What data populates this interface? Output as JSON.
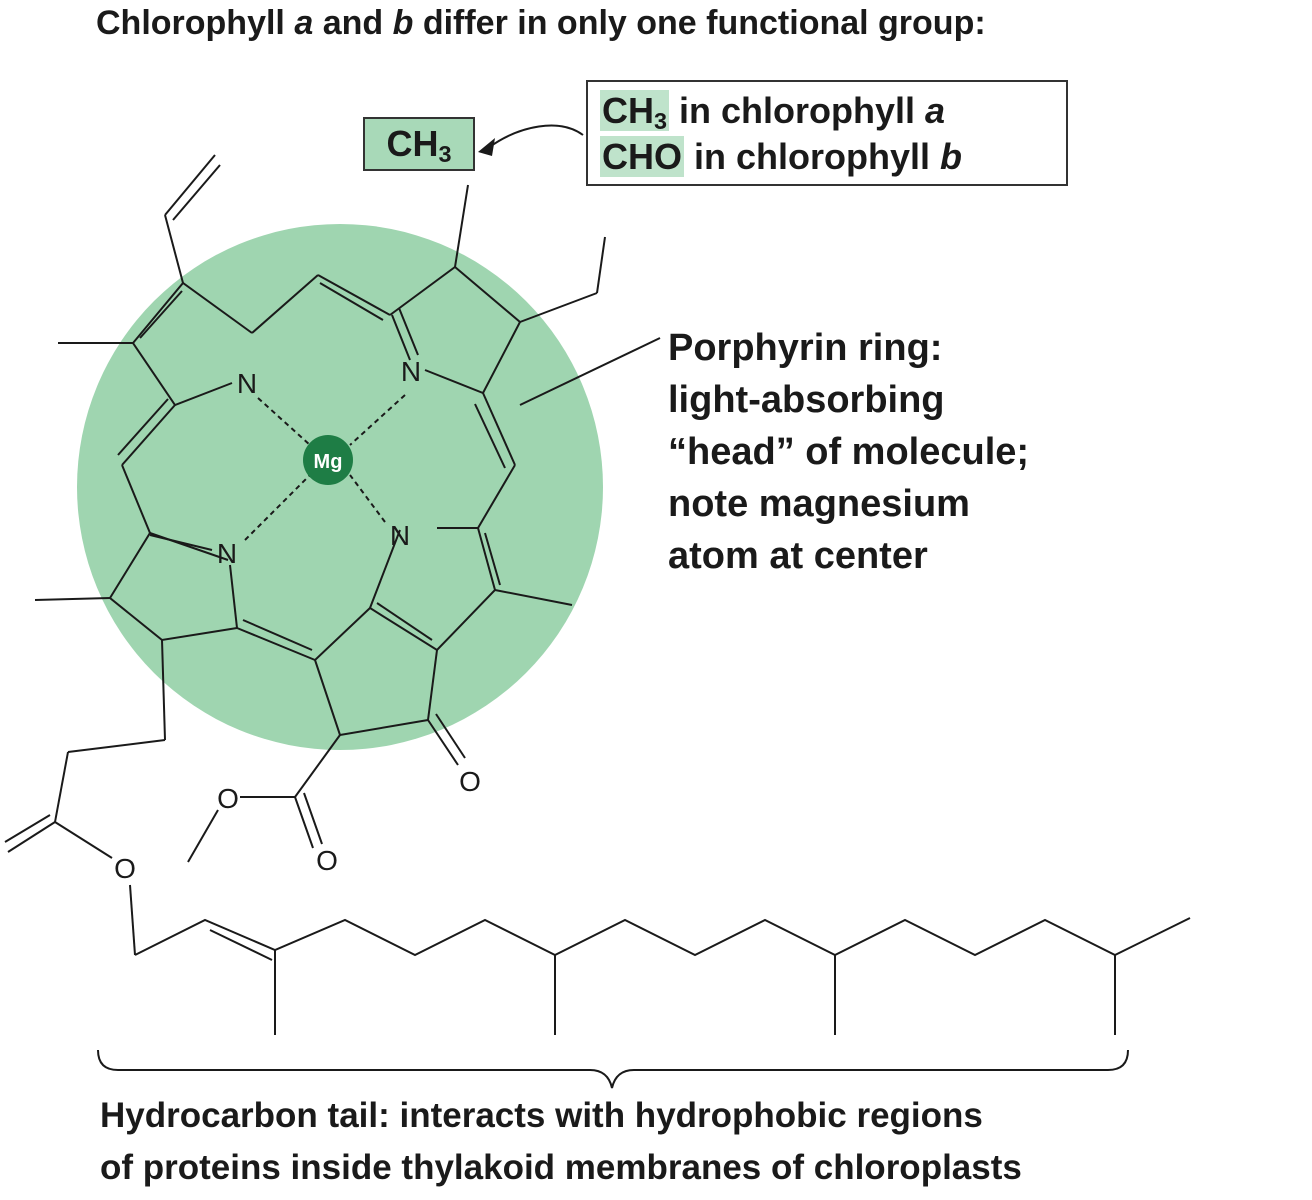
{
  "title": {
    "prefix": "Chlorophyll ",
    "a": "a",
    "mid": " and ",
    "b": "b",
    "suffix": " differ in only one functional group:"
  },
  "legend": {
    "line_a": {
      "group_base": "CH",
      "group_sub": "3",
      "text": " in chlorophyll ",
      "letter": "a"
    },
    "line_b": {
      "group": "CHO",
      "text": " in chlorophyll ",
      "letter": "b"
    }
  },
  "ch3_label": {
    "base": "CH",
    "sub": "3"
  },
  "atoms": {
    "mg": "Mg",
    "n": "N",
    "o": "O"
  },
  "porphyrin_label": [
    "Porphyrin ring:",
    "light-absorbing",
    "“head” of molecule;",
    "note magnesium",
    "atom at center"
  ],
  "tail_label": [
    "Hydrocarbon tail: interacts with hydrophobic regions",
    "of proteins inside thylakoid membranes of chloroplasts"
  ],
  "colors": {
    "head_circle": "#9fd5b0",
    "highlight": "#bfe3cb",
    "mg_fill": "#1e7d45",
    "line": "#1a1a1a"
  }
}
